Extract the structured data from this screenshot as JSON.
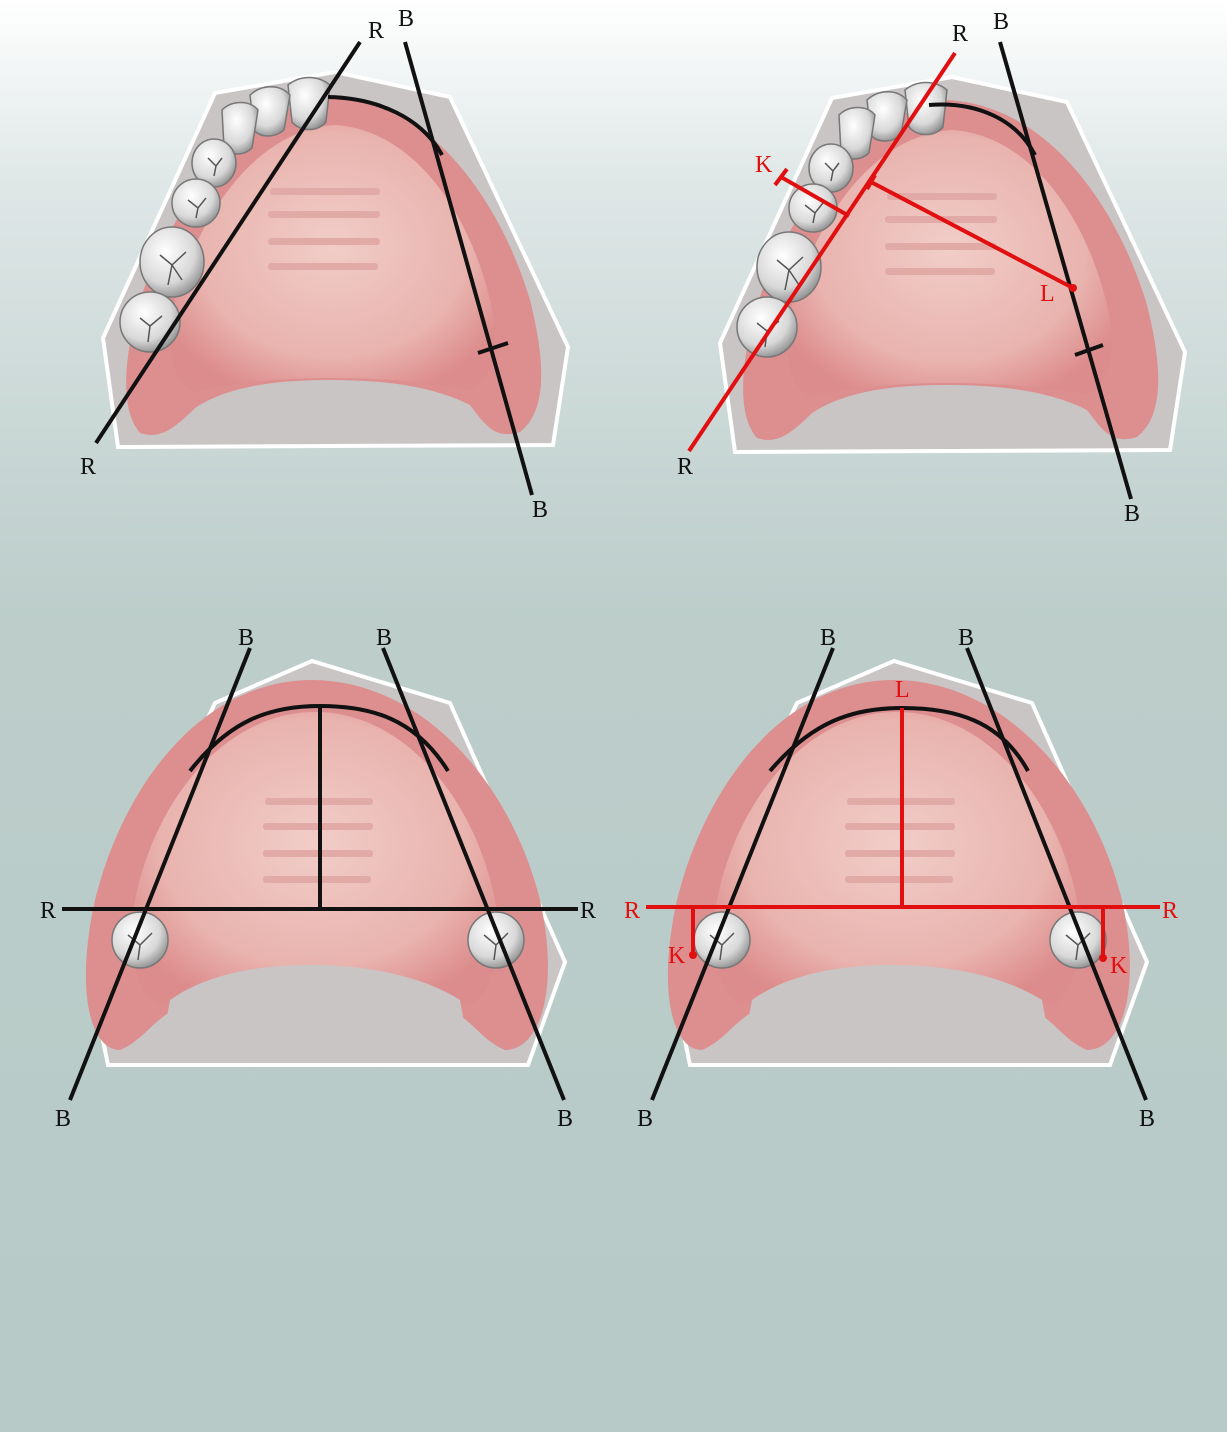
{
  "colors": {
    "reference_line": "#111111",
    "measurement_line": "#e10f0f",
    "cast_base": "#c8c4c4",
    "cast_outline": "#ffffff",
    "gingiva": "#e7a4a3",
    "palate": "#efc6c2",
    "tooth": "#e9e9e9"
  },
  "icons": {
    "tooth": "tooth-icon",
    "palatal-rugae": "palatal-rugae-icon"
  },
  "panels": {
    "top_left": {
      "labels": {
        "r_top": "R",
        "r_bottom": "R",
        "b_top": "B",
        "b_bottom": "B"
      }
    },
    "top_right": {
      "labels": {
        "r_top": "R",
        "r_bottom": "R",
        "b_top": "B",
        "b_bottom": "B",
        "k": "K",
        "l": "L"
      }
    },
    "bottom_left": {
      "labels": {
        "b_top_left": "B",
        "b_top_right": "B",
        "r_left": "R",
        "r_right": "R",
        "b_bottom_left": "B",
        "b_bottom_right": "B"
      }
    },
    "bottom_right": {
      "labels": {
        "b_top_left": "B",
        "b_top_right": "B",
        "l": "L",
        "r_left": "R",
        "r_right": "R",
        "k_left": "K",
        "k_right": "K",
        "b_bottom_left": "B",
        "b_bottom_right": "B"
      }
    }
  }
}
